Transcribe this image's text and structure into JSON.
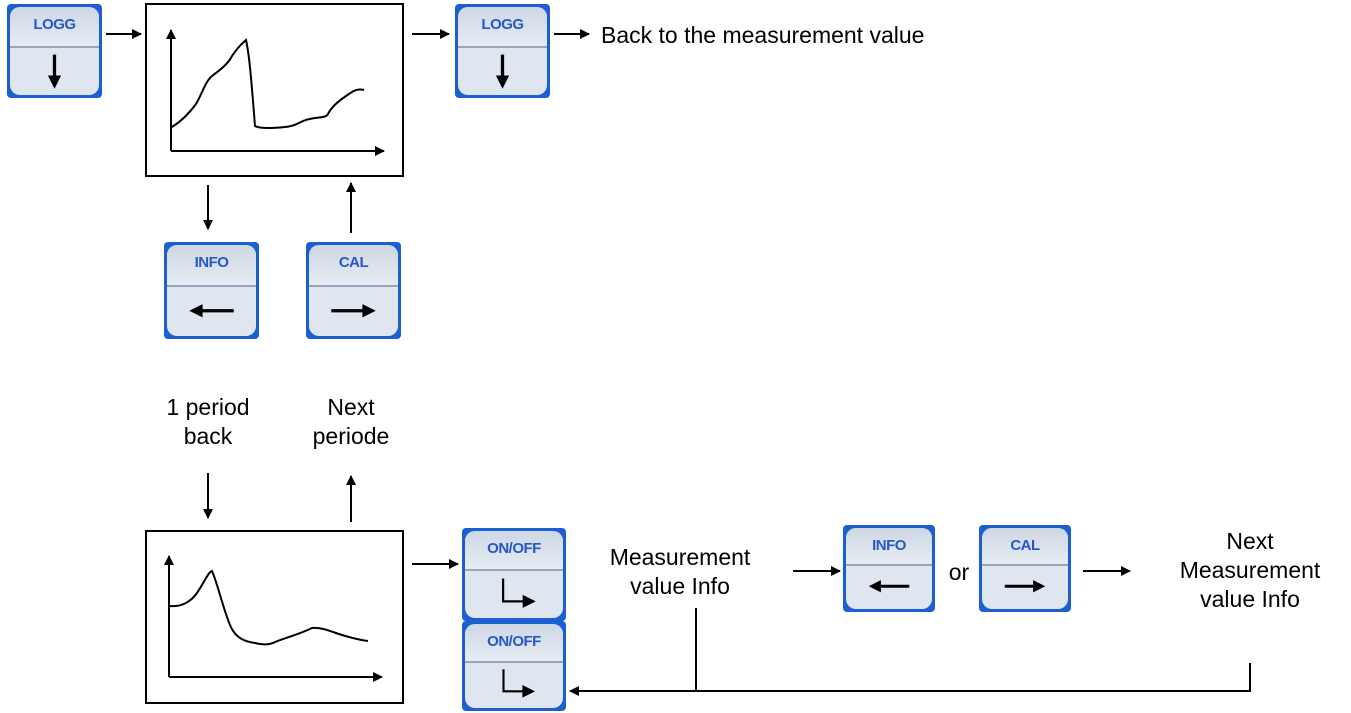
{
  "buttons": {
    "logg": "LOGG",
    "info": "INFO",
    "cal": "CAL",
    "onoff": "ON/OFF"
  },
  "labels": {
    "back_to_measurement": "Back to the measurement value",
    "period_back_1": "1 period",
    "period_back_2": "back",
    "next_period_1": "Next",
    "next_period_2": "periode",
    "meas_info_1": "Measurement",
    "meas_info_2": "value Info",
    "or": "or",
    "next_meas_1": "Next",
    "next_meas_2": "Measurement",
    "next_meas_3": "value Info"
  },
  "colors": {
    "button_frame": "#1b5fd0",
    "button_label": "#2757c9"
  },
  "icons": {
    "logg_glyph": "arrow-down-icon",
    "info_glyph": "arrow-left-icon",
    "cal_glyph": "arrow-right-icon",
    "onoff_glyph": "enter-return-icon"
  }
}
